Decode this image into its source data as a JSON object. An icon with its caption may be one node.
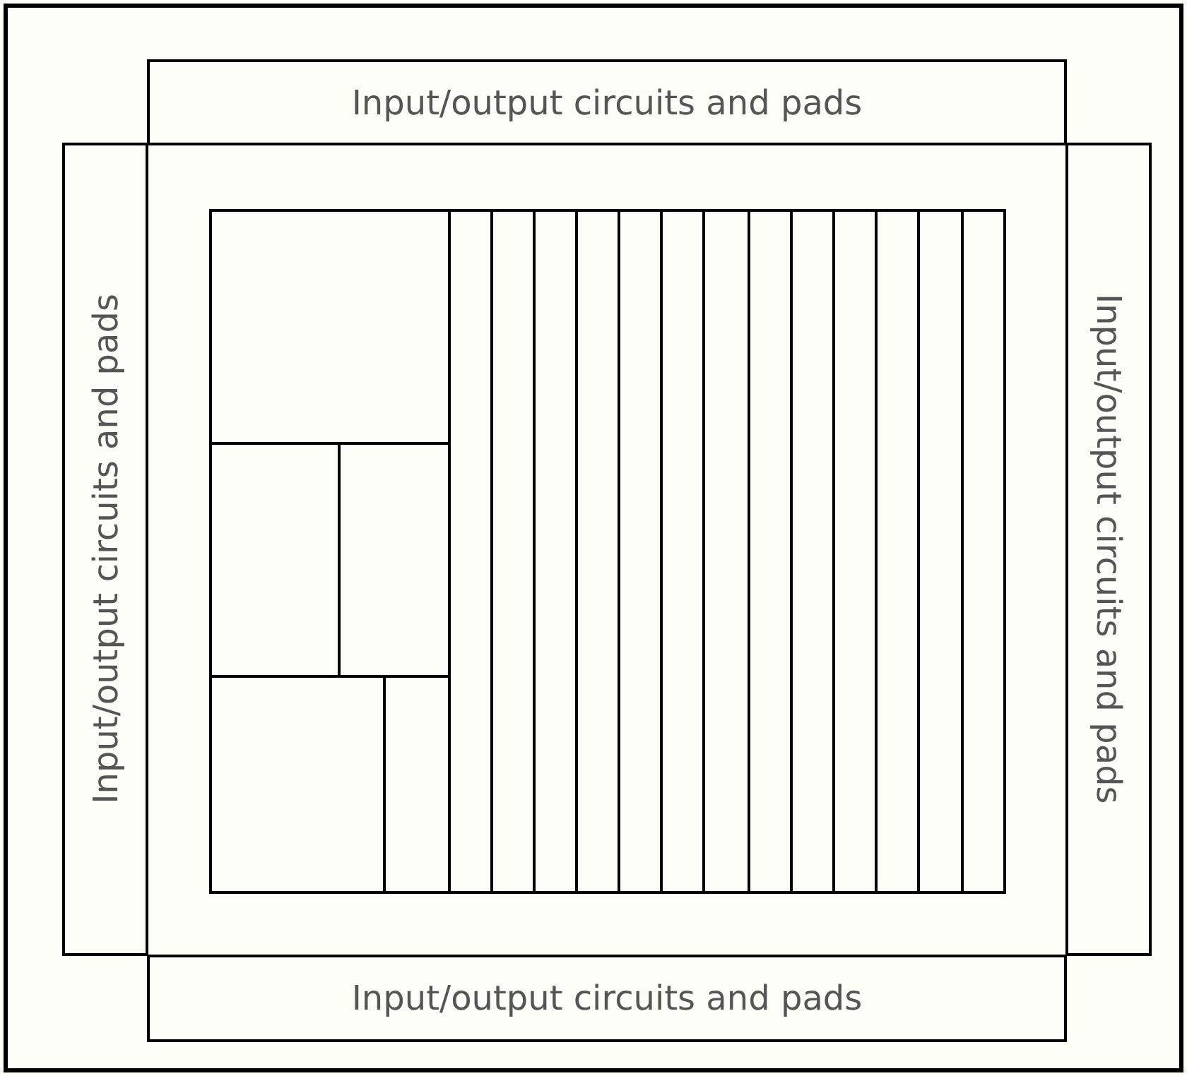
{
  "diagram": {
    "nodes": [
      {
        "text": [
          "Input/output circuits and pads"
        ]
      },
      {
        "text": [
          "Input/output circuits and pads"
        ]
      },
      {
        "text": [
          "Input/output circuits and pads"
        ]
      },
      {
        "text": [
          "Input/output circuits and pads"
        ]
      }
    ]
  }
}
